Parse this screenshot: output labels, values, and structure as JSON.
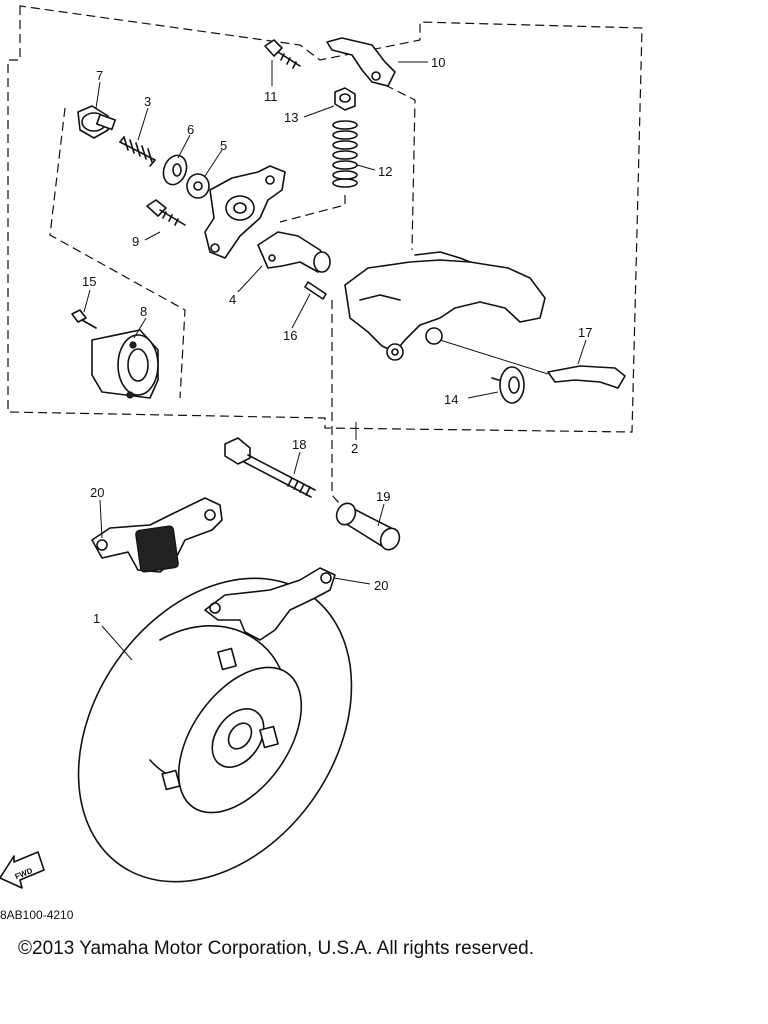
{
  "callouts": {
    "c1": "1",
    "c2": "2",
    "c3": "3",
    "c4": "4",
    "c5": "5",
    "c6": "6",
    "c7": "7",
    "c8": "8",
    "c9": "9",
    "c10": "10",
    "c11": "11",
    "c12": "12",
    "c13": "13",
    "c14": "14",
    "c15": "15",
    "c16": "16",
    "c17": "17",
    "c18": "18",
    "c19": "19",
    "c20a": "20",
    "c20b": "20"
  },
  "fwd_label": "FWD",
  "drawing_code": "8AB100-4210",
  "copyright": "©2013 Yamaha Motor Corporation, U.S.A. All rights reserved."
}
